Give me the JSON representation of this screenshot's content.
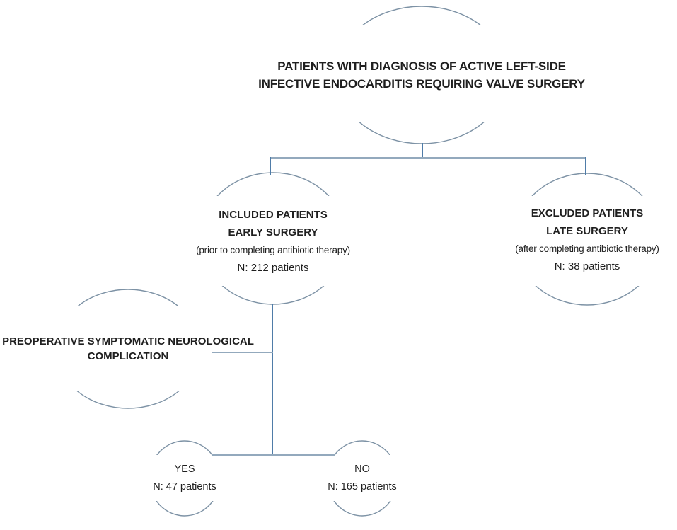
{
  "colors": {
    "ellipse_stroke": "#7d92a5",
    "horizontal_line": "#93a9bd",
    "vertical_line": "#4f7ca8",
    "text": "#1f1f1f"
  },
  "nodes": {
    "root": {
      "lines": [
        "PATIENTS WITH DIAGNOSIS OF ACTIVE LEFT-SIDE",
        "INFECTIVE ENDOCARDITIS REQUIRING VALVE SURGERY"
      ]
    },
    "included": {
      "title": "INCLUDED PATIENTS",
      "subtitle": "EARLY SURGERY",
      "note": "(prior to completing antibiotic therapy)",
      "count": "N: 212 patients"
    },
    "excluded": {
      "title": "EXCLUDED PATIENTS",
      "subtitle": "LATE SURGERY",
      "note": "(after completing antibiotic therapy)",
      "count": "N: 38 patients"
    },
    "preop": {
      "lines": [
        "PREOPERATIVE SYMPTOMATIC NEUROLOGICAL",
        "COMPLICATION"
      ]
    },
    "yes": {
      "label": "YES",
      "count": "N: 47 patients"
    },
    "no": {
      "label": "NO",
      "count": "N: 165 patients"
    }
  }
}
